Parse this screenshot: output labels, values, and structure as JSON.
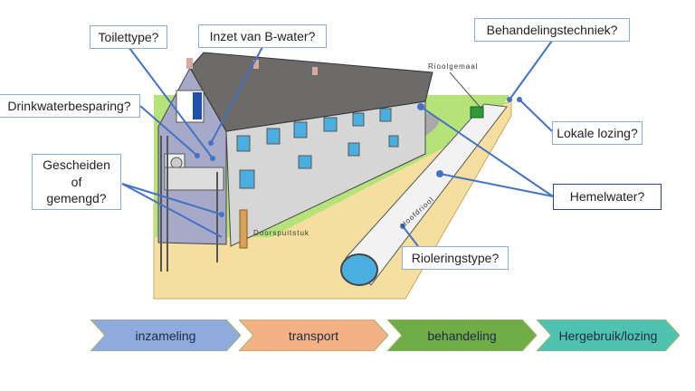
{
  "questions": {
    "toilettype": "Toilettype?",
    "b_water": "Inzet van B-water?",
    "drinkwater": "Drinkwaterbesparing?",
    "gescheiden": "Gescheiden of gemengd?",
    "behandelingstechniek": "Behandelingstechniek?",
    "lokale_lozing": "Lokale lozing?",
    "hemelwater": "Hemelwater?",
    "rioleringstype": "Rioleringstype?"
  },
  "illustration_labels": {
    "rioolgemaal": "Rioolgemaal",
    "doorspuitstuk": "Doorspuitstuk",
    "hoofdriool": "Hoofdriool"
  },
  "process_steps": [
    {
      "label": "inzameling",
      "color": "#8faadc"
    },
    {
      "label": "transport",
      "color": "#f4b183"
    },
    {
      "label": "behandeling",
      "color": "#70ad47"
    },
    {
      "label": "Hergebruik/lozing",
      "color": "#4fc3b0"
    }
  ],
  "colors": {
    "line": "#4472c4",
    "grass": "#b5e37a",
    "sand": "#f5dfa0"
  }
}
